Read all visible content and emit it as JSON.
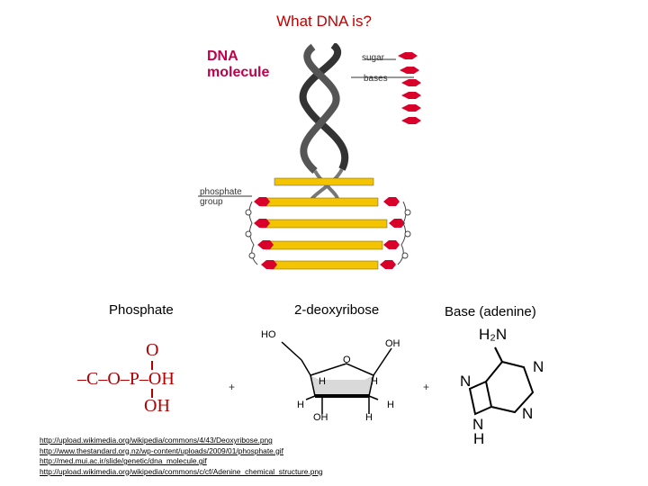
{
  "title": "What DNA is?",
  "dna_figure": {
    "title_lines": [
      "DNA",
      "molecule"
    ],
    "labels": {
      "sugar": "sugar",
      "bases": "bases",
      "phosphate_group": "phosphate group"
    }
  },
  "molecules": [
    {
      "name": "Phosphate"
    },
    {
      "name": "2-deoxyribose"
    },
    {
      "name": "Base (adenine)"
    }
  ],
  "plus_signs": [
    "+",
    "+"
  ],
  "phosphate_structure": {
    "O_top": "O",
    "chain": "–C–O–P–OH",
    "OH_bottom": "OH"
  },
  "deoxyribose_structure": {
    "HO": "HO",
    "OH_top": "OH",
    "O_ring": "O",
    "H1": "H",
    "H2": "H",
    "H_left": "H",
    "H_right": "H",
    "OH_bottom": "OH",
    "H_bottom": "H"
  },
  "adenine_structure": {
    "NH2": "H₂N",
    "N1": "N",
    "N2": "N",
    "N3": "N",
    "N4": "N",
    "H": "H"
  },
  "sources": [
    "http://upload.wikimedia.org/wikipedia/commons/4/43/Deoxyribose.png",
    "http://www.thestandard.org.nz/wp-content/uploads/2009/01/phosphate.gif",
    "http://med.mui.ac.ir/slide/genetic/dna_molecule.gif",
    "http://upload.wikimedia.org/wikipedia/commons/c/cf/Adenine_chemical_structure.png"
  ],
  "colors": {
    "title": "#c00000",
    "dna_title": "#c0004a",
    "sugar": "#d8002a",
    "base": "#f5c400"
  }
}
